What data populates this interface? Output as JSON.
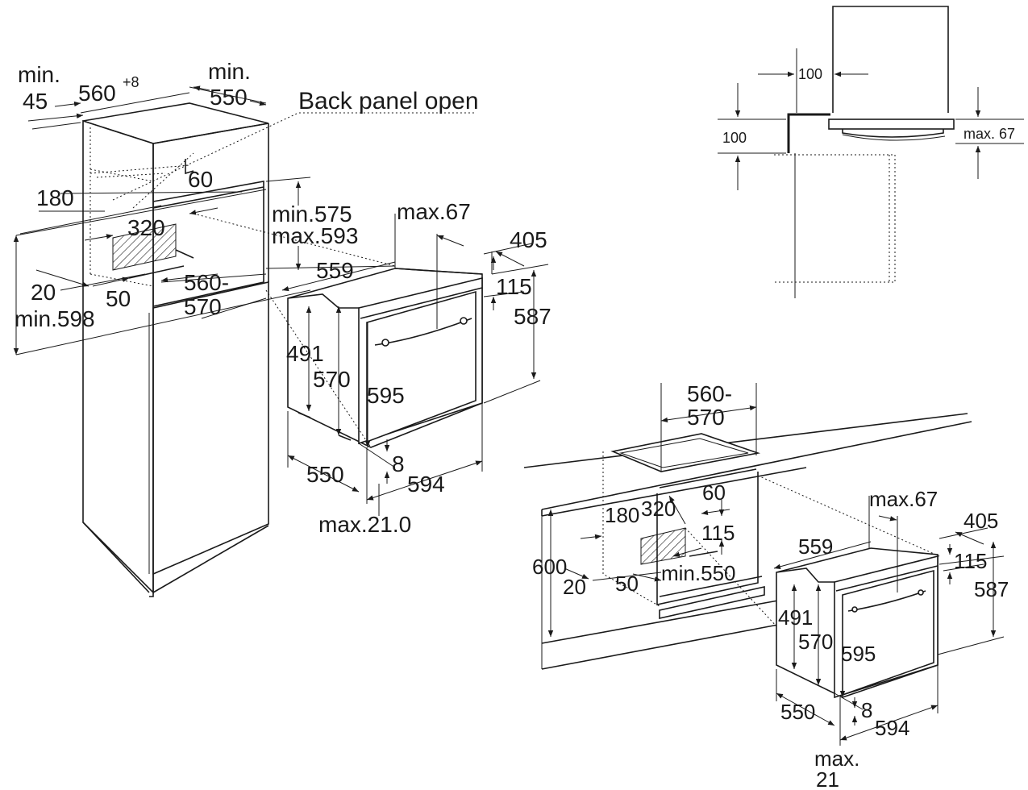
{
  "column_install": {
    "min_45_line1": "min.",
    "min_45_line2": "45",
    "width_niche_main": "560",
    "width_niche_sup": "+8",
    "min_550_line1": "min.",
    "min_550_line2": "550",
    "back_panel_note": "Back panel open",
    "vent_60": "60",
    "dim_180": "180",
    "dim_320": "320",
    "min_575": "min.575",
    "max_593": "max.593",
    "dim_20": "20",
    "dim_50": "50",
    "width_560_570_line1": "560-",
    "width_560_570_line2": "570",
    "min_598": "min.598"
  },
  "oven_left": {
    "max67": "max.67",
    "d405": "405",
    "d559": "559",
    "d115": "115",
    "d587": "587",
    "d491": "491",
    "d570": "570",
    "d595": "595",
    "d8": "8",
    "d550": "550",
    "d594": "594",
    "max21": "max.21.0"
  },
  "section_detail": {
    "d100_top": "100",
    "d100_left": "100",
    "max67": "max. 67"
  },
  "undercounter_install": {
    "w560_line1": "560-",
    "w560_line2": "570",
    "d60": "60",
    "d180": "180",
    "d320": "320",
    "d115": "115",
    "d600": "600",
    "d20": "20",
    "d50": "50",
    "min550": "min.550"
  },
  "oven_right": {
    "max67": "max.67",
    "d405": "405",
    "d559": "559",
    "d115": "115",
    "d587": "587",
    "d491": "491",
    "d570": "570",
    "d595": "595",
    "d8": "8",
    "d550": "550",
    "d594": "594",
    "max21_line1": "max.",
    "max21_line2": "21"
  }
}
